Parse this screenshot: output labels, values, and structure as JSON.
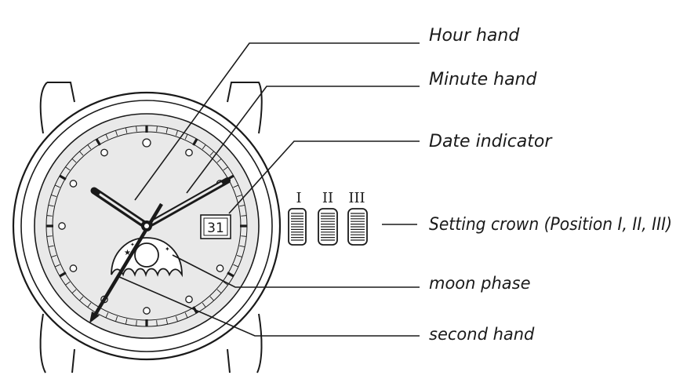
{
  "labels": {
    "hour_hand": "Hour hand",
    "minute_hand": "Minute hand",
    "date_indicator": "Date indicator",
    "setting_crown": "Setting crown (Position I, II, III)",
    "moon_phase": "moon phase",
    "second_hand": "second hand"
  },
  "crown_positions": [
    "I",
    "II",
    "III"
  ],
  "date_value": "31",
  "colors": {
    "line": "#1a1a1a",
    "dial": "#e9e9e9",
    "bezel": "#ffffff"
  }
}
